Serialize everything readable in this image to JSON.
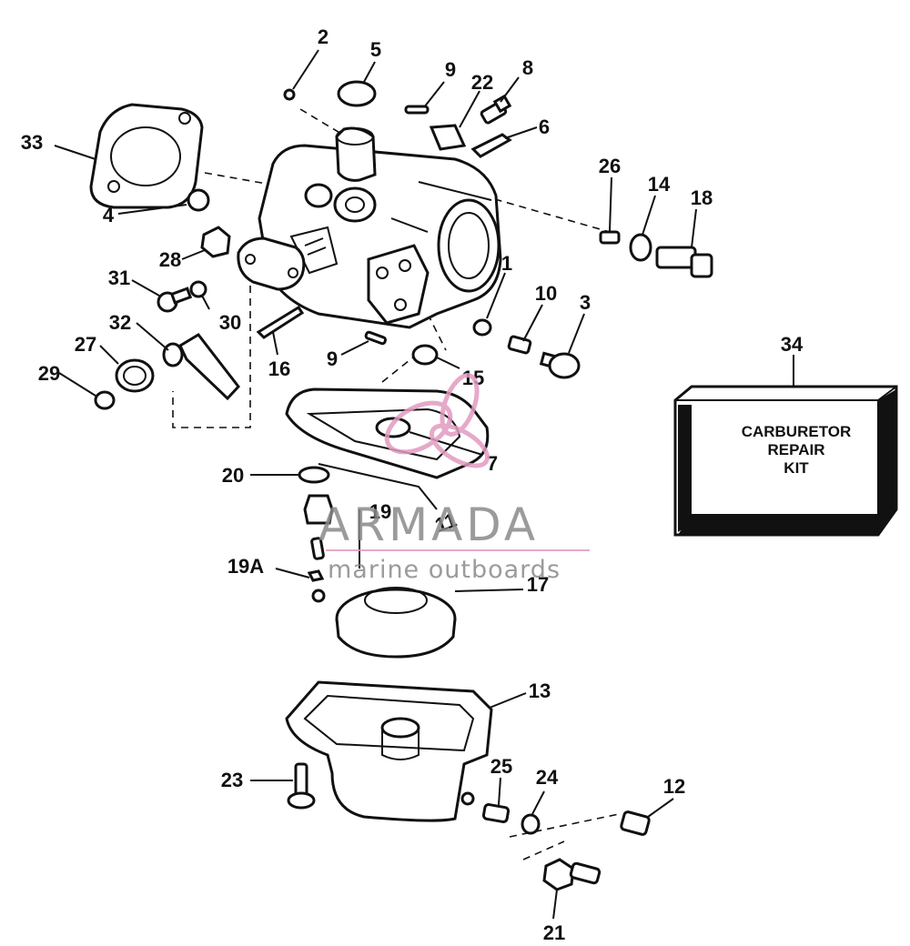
{
  "callouts": {
    "c1": "1",
    "c2": "2",
    "c3": "3",
    "c4": "4",
    "c5": "5",
    "c6": "6",
    "c7": "7",
    "c8": "8",
    "c9a": "9",
    "c9b": "9",
    "c10": "10",
    "c11": "11",
    "c12": "12",
    "c13": "13",
    "c14": "14",
    "c15": "15",
    "c16": "16",
    "c17": "17",
    "c18": "18",
    "c19": "19",
    "c19a": "19A",
    "c20": "20",
    "c21": "21",
    "c22": "22",
    "c23": "23",
    "c24": "24",
    "c25": "25",
    "c26": "26",
    "c27": "27",
    "c28": "28",
    "c29": "29",
    "c30": "30",
    "c31": "31",
    "c32": "32",
    "c33": "33",
    "c34": "34"
  },
  "kit": {
    "line1": "CARBURETOR",
    "line2": "REPAIR",
    "line3": "KIT"
  },
  "watermark": {
    "brand": "ARMADA",
    "tagline": "marine outboards",
    "color": "#8a8a8a",
    "logo_color": "#e29bc0"
  }
}
